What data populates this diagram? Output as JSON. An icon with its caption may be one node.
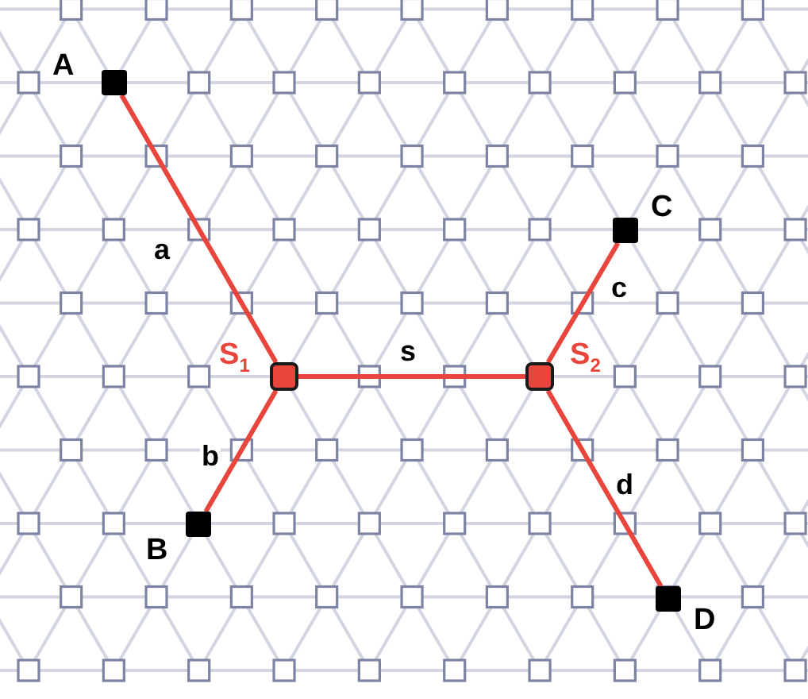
{
  "diagram": {
    "nodes": [
      {
        "text": [],
        "shape": "box",
        "beside": [
          "A"
        ]
      },
      {
        "text": [],
        "shape": "box",
        "beside": [
          "C"
        ]
      },
      {
        "text": [],
        "shape": "box",
        "beside": [
          "S$_{1}$"
        ]
      },
      {
        "text": [],
        "shape": "box",
        "beside": [
          "S$_{2}$"
        ]
      },
      {
        "text": [],
        "shape": "box",
        "beside": [
          "B"
        ]
      },
      {
        "text": [],
        "shape": "box",
        "beside": [
          "D"
        ]
      }
    ],
    "edges": [
      {
        "from": 0,
        "to": 2,
        "arrow": "none",
        "label": "a"
      },
      {
        "from": 4,
        "to": 2,
        "arrow": "none",
        "label": "b"
      },
      {
        "from": 1,
        "to": 3,
        "arrow": "none",
        "label": "c"
      },
      {
        "from": 5,
        "to": 3,
        "arrow": "none",
        "label": "d"
      },
      {
        "from": 2,
        "to": 3,
        "arrow": "none",
        "label": "s"
      }
    ]
  }
}
